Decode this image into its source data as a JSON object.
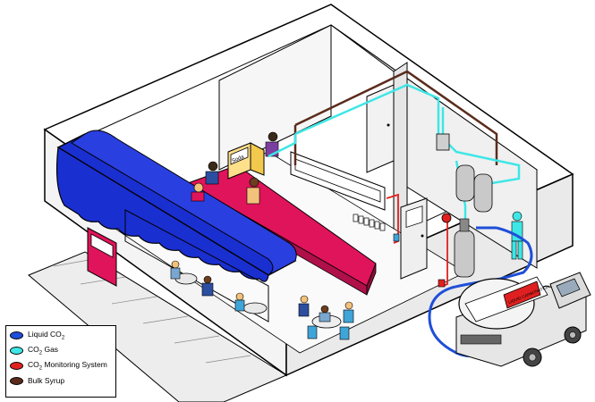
{
  "figure": {
    "soda_sign": "Soda",
    "truck_sign": "LIQUID CARBONATION"
  },
  "legend": {
    "items": [
      {
        "label": "Liquid CO",
        "sub": "2",
        "color": "#1f4fd8"
      },
      {
        "label": "CO",
        "sub": "2",
        "suffix": " Gas",
        "color": "#3fe6e6"
      },
      {
        "label": "CO",
        "sub": "2",
        "suffix": " Monitoring System",
        "color": "#e02020"
      },
      {
        "label": "Bulk Syrup",
        "color": "#5a2b1c"
      }
    ]
  },
  "colors": {
    "liquid_co2": "#1f4fd8",
    "co2_gas": "#3fe6e6",
    "monitoring": "#e02020",
    "syrup": "#5a2b1c",
    "awning": "#1a2fd0",
    "counter": "#e0145a"
  }
}
